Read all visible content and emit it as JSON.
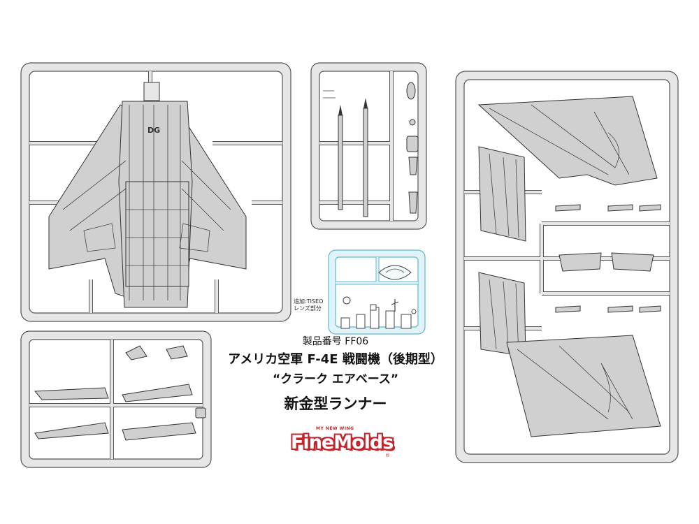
{
  "captions": {
    "product_number": "製品番号 FF06",
    "title": "アメリカ空軍 F-4E 戦闘機（後期型）",
    "subtitle": "“クラーク エアベース”",
    "runner": "新金型ランナー"
  },
  "lens_note": {
    "line1": "追加:TISEO",
    "line2": "レンズ部分"
  },
  "logo": {
    "top_text": "MY NEW WING",
    "word": "FineMolds",
    "reg_mark": "®"
  },
  "colors": {
    "frame_stroke": "#555555",
    "frame_fill": "#e6e6e6",
    "part_fill": "#d2d2d2",
    "clear_runner": "#7fcfe0",
    "logo_red": "#c0262d"
  }
}
